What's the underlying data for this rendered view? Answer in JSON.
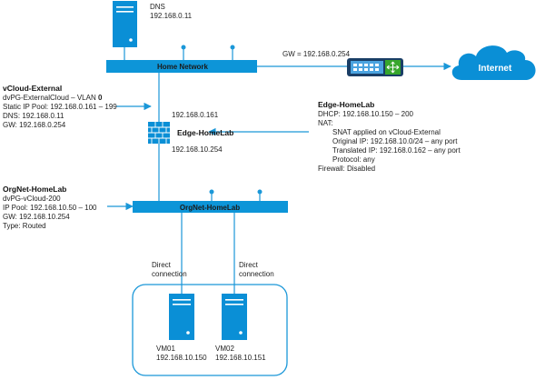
{
  "colors": {
    "accent": "#0a8fd6",
    "line": "#1a97d8",
    "bar": "#0d95d8",
    "server": "#0a8fd6",
    "cloud": "#0a8fd6",
    "router_dark": "#2b5a8a",
    "router_green": "#37a62c"
  },
  "dns": {
    "title": "DNS",
    "ip": "192.168.0.11"
  },
  "home_network": {
    "label": "Home Network"
  },
  "gateway": {
    "label": "GW = 192.168.0.254"
  },
  "internet": {
    "label": "Internet"
  },
  "vcloud_external": {
    "title": "vCloud-External",
    "line1_prefix": "dvPG-ExternalCloud – VLAN ",
    "line1_bold": "0",
    "line2": "Static IP Pool: 192.168.0.161 – 199",
    "line3": "DNS: 192.168.0.11",
    "line4": "GW: 192.168.0.254"
  },
  "edge": {
    "name": "Edge-HomeLab",
    "ip_external": "192.168.0.161",
    "ip_internal": "192.168.10.254"
  },
  "edge_info": {
    "title": "Edge-HomeLab",
    "dhcp": "DHCP: 192.168.10.150 – 200",
    "nat": "NAT:",
    "snat": "SNAT applied on vCloud-External",
    "original": "Original IP: 192.168.10.0/24 – any port",
    "translated": "Translated IP: 192.168.0.162 – any port",
    "protocol": "Protocol: any",
    "firewall": "Firewall: Disabled"
  },
  "orgnet_info": {
    "title": "OrgNet-HomeLab",
    "line1": "dvPG-vCloud-200",
    "line2": "IP Pool: 192.168.10.50 – 100",
    "line3": "GW: 192.168.10.254",
    "line4": "Type: Routed"
  },
  "orgnet": {
    "label": "OrgNet-HomeLab"
  },
  "direct_left": {
    "line1": "Direct",
    "line2": "connection"
  },
  "direct_right": {
    "line1": "Direct",
    "line2": "connection"
  },
  "vm01": {
    "name": "VM01",
    "ip": "192.168.10.150"
  },
  "vm02": {
    "name": "VM02",
    "ip": "192.168.10.151"
  }
}
